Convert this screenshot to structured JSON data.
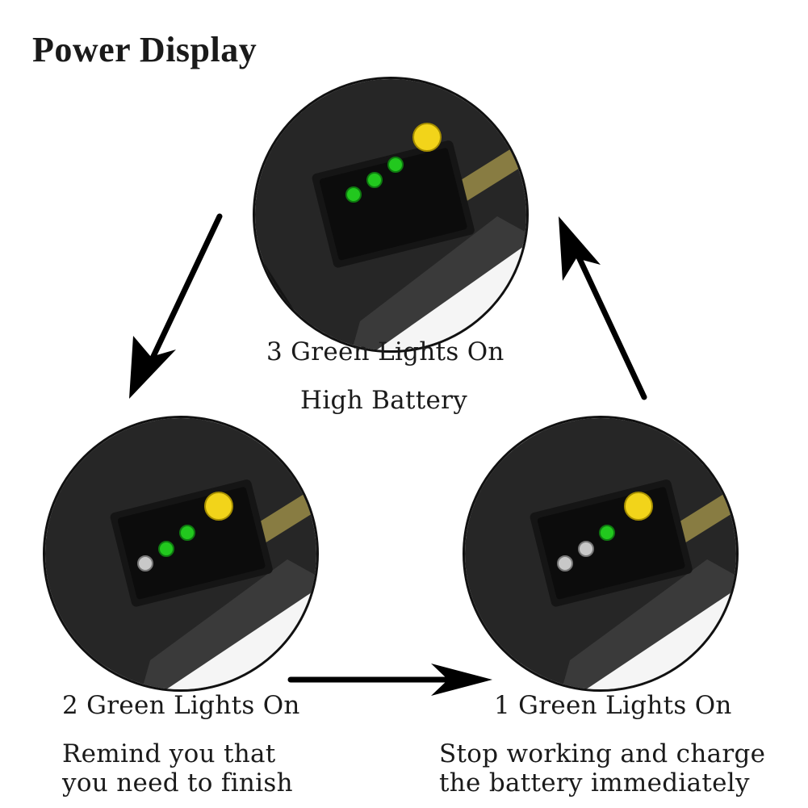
{
  "title": "Power Display",
  "states": [
    {
      "id": "high",
      "heading": "3 Green Lights On",
      "description_lines": [
        "High Battery"
      ],
      "green_lights": 3,
      "total_lights": 3
    },
    {
      "id": "medium",
      "heading": "2 Green Lights On",
      "description_lines": [
        "Remind you that",
        "you need to finish"
      ],
      "green_lights": 2,
      "total_lights": 3
    },
    {
      "id": "low",
      "heading": "1 Green Lights On",
      "description_lines": [
        "Stop working and charge",
        "the battery immediately"
      ],
      "green_lights": 1,
      "total_lights": 3
    }
  ],
  "colors": {
    "led_on": "#22c81e",
    "led_off": "#c8c8c8",
    "button": "#f2d41a",
    "housing": "#1f1f1f",
    "arrow": "#000000"
  }
}
